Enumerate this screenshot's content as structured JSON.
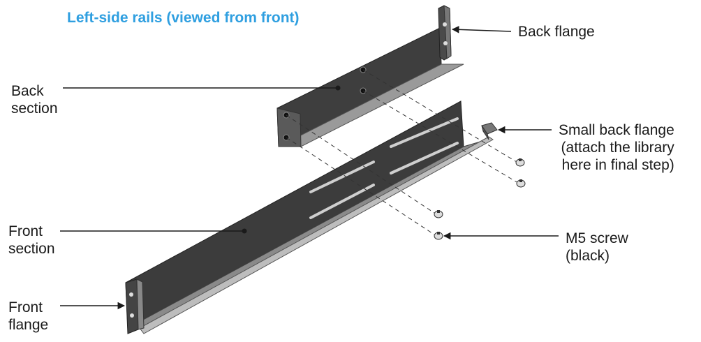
{
  "title": "Left-side rails (viewed from front)",
  "labels": {
    "back_flange": "Back flange",
    "back_section": [
      "Back",
      "section"
    ],
    "small_back_flange": [
      "Small back flange",
      "(attach the library",
      "here in final step)"
    ],
    "front_section": [
      "Front",
      "section"
    ],
    "m5_screw": [
      "M5 screw",
      "(black)"
    ],
    "front_flange": [
      "Front",
      "flange"
    ]
  },
  "colors": {
    "title": "#2f9fe0",
    "rail_dark": "#3d3d3d",
    "rail_light": "#8a8a8a",
    "text": "#1a1a1a"
  }
}
